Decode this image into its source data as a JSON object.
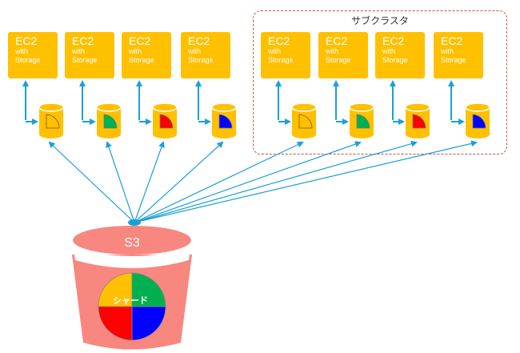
{
  "ec2_nodes": [
    {
      "title": "EC2",
      "subtitle_line1": "with",
      "subtitle_line2": "Storage",
      "shard": "yellow"
    },
    {
      "title": "EC2",
      "subtitle_line1": "with",
      "subtitle_line2": "Storage",
      "shard": "green"
    },
    {
      "title": "EC2",
      "subtitle_line1": "with",
      "subtitle_line2": "Storage",
      "shard": "red"
    },
    {
      "title": "EC2",
      "subtitle_line1": "with",
      "subtitle_line2": "Storage",
      "shard": "blue"
    },
    {
      "title": "EC2",
      "subtitle_line1": "with",
      "subtitle_line2": "Storage",
      "shard": "yellow"
    },
    {
      "title": "EC2",
      "subtitle_line1": "with",
      "subtitle_line2": "Storage",
      "shard": "green"
    },
    {
      "title": "EC2",
      "subtitle_line1": "with",
      "subtitle_line2": "Storage",
      "shard": "red"
    },
    {
      "title": "EC2",
      "subtitle_line1": "with",
      "subtitle_line2": "Storage",
      "shard": "blue"
    }
  ],
  "subcluster": {
    "label": "サブクラスタ"
  },
  "s3": {
    "label": "S3",
    "shard_label": "シャード"
  },
  "colors": {
    "ec2": "#FFC000",
    "arrow": "#1AA0D8",
    "s3": "#F8877F",
    "subcluster_border": "#C0504D",
    "shard_yellow": "#FFC000",
    "shard_green": "#00B050",
    "shard_red": "#FF0000",
    "shard_blue": "#0000FF"
  }
}
